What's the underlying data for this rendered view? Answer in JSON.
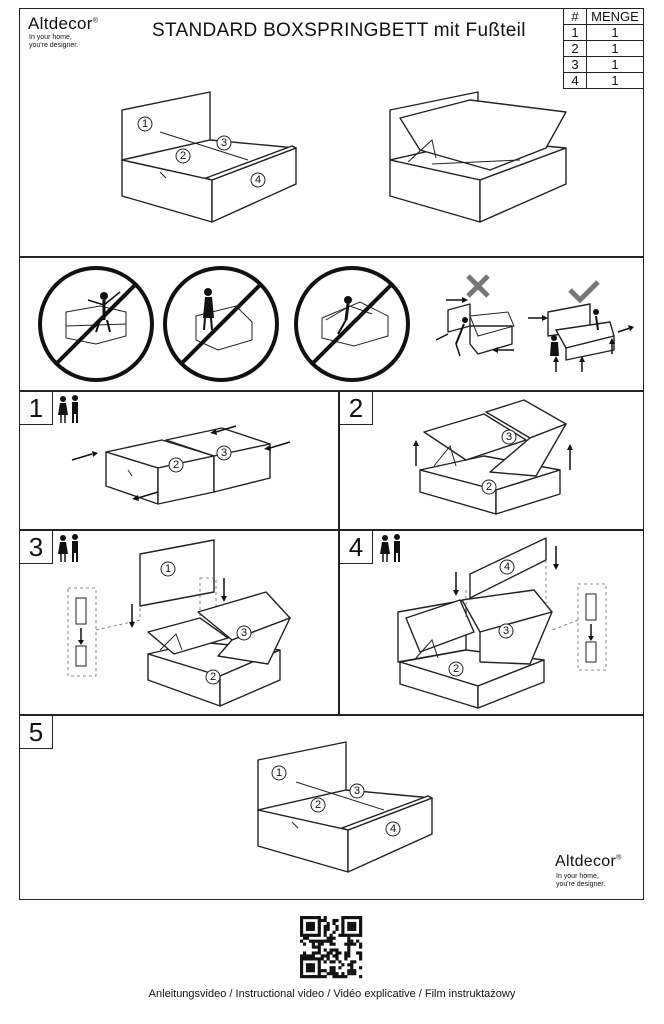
{
  "header": {
    "logo": "Altdecor",
    "logo_mark": "®",
    "tagline_line1": "In your home,",
    "tagline_line2": "you're designer.",
    "title": "STANDARD BOXSPRINGBETT mit Fußteil"
  },
  "parts_table": {
    "headers": [
      "#",
      "MENGE"
    ],
    "rows": [
      {
        "id": "1",
        "qty": "1"
      },
      {
        "id": "2",
        "qty": "1"
      },
      {
        "id": "3",
        "qty": "1"
      },
      {
        "id": "4",
        "qty": "1"
      }
    ]
  },
  "part_labels": [
    "1",
    "2",
    "3",
    "4"
  ],
  "steps": [
    {
      "number": "1",
      "people_icon": "two-people-icon"
    },
    {
      "number": "2"
    },
    {
      "number": "3",
      "people_icon": "two-people-icon"
    },
    {
      "number": "4",
      "people_icon": "two-people-icon"
    },
    {
      "number": "5"
    }
  ],
  "warnings": {
    "icons": [
      "prohibited-standing-icon",
      "prohibited-climbing-icon",
      "prohibited-sitting-icon",
      "wrong-lift-cross-icon",
      "correct-lift-check-icon"
    ]
  },
  "bottom_logo": {
    "logo": "Altdecor",
    "logo_mark": "®",
    "tagline_line1": "In your home,",
    "tagline_line2": "you're designer."
  },
  "footer": {
    "video_text": "Anleitungsvideo  /  Instructional video  /  Vidéo explicative  /  Film instruktażowy"
  }
}
